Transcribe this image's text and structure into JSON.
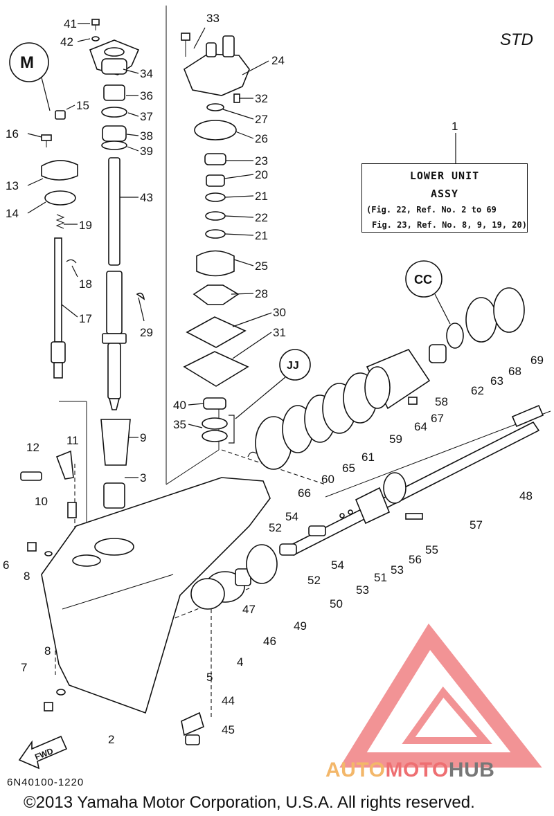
{
  "header": {
    "variant": "STD"
  },
  "assembly_note": {
    "ref": "1",
    "title": "LOWER UNIT",
    "subtitle": "ASSY",
    "ref_line1": "(Fig. 22, Ref. No. 2 to 69",
    "ref_line2": "Fig. 23, Ref. No. 8, 9, 19, 20)"
  },
  "callouts": {
    "n2": "2",
    "n3": "3",
    "n4": "4",
    "n5": "5",
    "n6": "6",
    "n7": "7",
    "n8a": "8",
    "n8b": "8",
    "n9": "9",
    "n10": "10",
    "n11": "11",
    "n12": "12",
    "n13": "13",
    "n14": "14",
    "n15": "15",
    "n16": "16",
    "n17": "17",
    "n18": "18",
    "n19": "19",
    "n20": "20",
    "n21a": "21",
    "n21b": "21",
    "n22": "22",
    "n23": "23",
    "n24": "24",
    "n25": "25",
    "n26": "26",
    "n27": "27",
    "n28": "28",
    "n29": "29",
    "n30": "30",
    "n31": "31",
    "n32": "32",
    "n33": "33",
    "n34": "34",
    "n35": "35",
    "n36": "36",
    "n37": "37",
    "n38": "38",
    "n39": "39",
    "n40": "40",
    "n41": "41",
    "n42": "42",
    "n43": "43",
    "n44": "44",
    "n45": "45",
    "n46": "46",
    "n47": "47",
    "n48": "48",
    "n49": "49",
    "n50": "50",
    "n51": "51",
    "n52a": "52",
    "n52b": "52",
    "n53a": "53",
    "n53b": "53",
    "n54a": "54",
    "n54b": "54",
    "n55": "55",
    "n56": "56",
    "n57": "57",
    "n58": "58",
    "n59": "59",
    "n60": "60",
    "n61": "61",
    "n62": "62",
    "n63": "63",
    "n64": "64",
    "n65": "65",
    "n66": "66",
    "n67": "67",
    "n68": "68",
    "n69": "69"
  },
  "symbols": {
    "m_badge": "M",
    "cc_badge": "CC",
    "jj_badge": "JJ",
    "fwd": "FWD"
  },
  "footer": {
    "code": "6N40100-1220",
    "copyright": "©2013 Yamaha Motor Corporation, U.S.A. All rights reserved."
  },
  "watermark": {
    "auto": "AUTO",
    "moto": "MOTO",
    "hub": "HUB"
  },
  "colors": {
    "watermark_red": "#ee6f72",
    "watermark_orange": "#f3b76a",
    "watermark_grey": "#777777"
  }
}
